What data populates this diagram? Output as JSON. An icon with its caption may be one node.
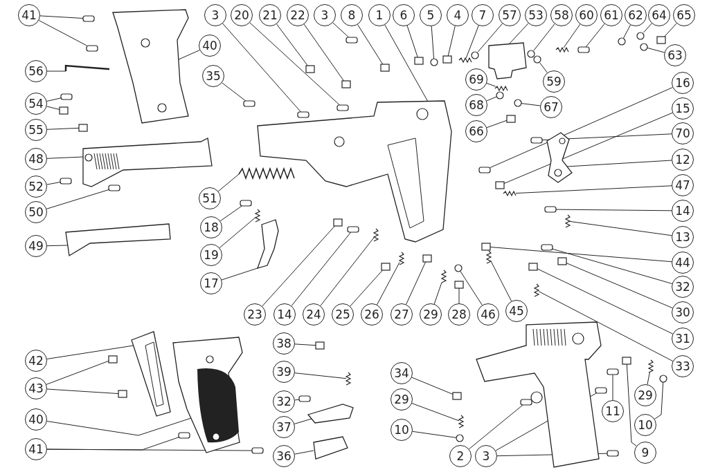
{
  "diagram": {
    "nodes": [
      {
        "text": [
          "41"
        ]
      },
      {
        "text": [
          "3"
        ]
      },
      {
        "text": [
          "20"
        ]
      },
      {
        "text": [
          "21"
        ]
      },
      {
        "text": [
          "22"
        ]
      },
      {
        "text": [
          "3"
        ]
      },
      {
        "text": [
          "8"
        ]
      },
      {
        "text": [
          "1"
        ]
      },
      {
        "text": [
          "6"
        ]
      },
      {
        "text": [
          "5"
        ]
      },
      {
        "text": [
          "4"
        ]
      },
      {
        "text": [
          "7"
        ]
      },
      {
        "text": [
          "57"
        ]
      },
      {
        "text": [
          "53"
        ]
      },
      {
        "text": [
          "58"
        ]
      },
      {
        "text": [
          "60"
        ]
      },
      {
        "text": [
          "61"
        ]
      },
      {
        "text": [
          "62"
        ]
      },
      {
        "text": [
          "64"
        ]
      },
      {
        "text": [
          "65"
        ]
      },
      {
        "text": [
          "40"
        ]
      },
      {
        "text": [
          "56"
        ]
      },
      {
        "text": [
          "54"
        ]
      },
      {
        "text": [
          "35"
        ]
      },
      {
        "text": [
          "69"
        ]
      },
      {
        "text": [
          "59"
        ]
      },
      {
        "text": [
          "63"
        ]
      },
      {
        "text": [
          "16"
        ]
      },
      {
        "text": [
          "55"
        ]
      },
      {
        "text": [
          "68"
        ]
      },
      {
        "text": [
          "67"
        ]
      },
      {
        "text": [
          "15"
        ]
      },
      {
        "text": [
          "66"
        ]
      },
      {
        "text": [
          "70"
        ]
      },
      {
        "text": [
          "48"
        ]
      },
      {
        "text": [
          "12"
        ]
      },
      {
        "text": [
          "52"
        ]
      },
      {
        "text": [
          "47"
        ]
      },
      {
        "text": [
          "50"
        ]
      },
      {
        "text": [
          "51"
        ]
      },
      {
        "text": [
          "14"
        ]
      },
      {
        "text": [
          "18"
        ]
      },
      {
        "text": [
          "13"
        ]
      },
      {
        "text": [
          "49"
        ]
      },
      {
        "text": [
          "19"
        ]
      },
      {
        "text": [
          "44"
        ]
      },
      {
        "text": [
          "17"
        ]
      },
      {
        "text": [
          "32"
        ]
      },
      {
        "text": [
          "23"
        ]
      },
      {
        "text": [
          "14"
        ]
      },
      {
        "text": [
          "24"
        ]
      },
      {
        "text": [
          "25"
        ]
      },
      {
        "text": [
          "26"
        ]
      },
      {
        "text": [
          "27"
        ]
      },
      {
        "text": [
          "29"
        ]
      },
      {
        "text": [
          "28"
        ]
      },
      {
        "text": [
          "46"
        ]
      },
      {
        "text": [
          "45"
        ]
      },
      {
        "text": [
          "30"
        ]
      },
      {
        "text": [
          "31"
        ]
      },
      {
        "text": [
          "33"
        ]
      },
      {
        "text": [
          "42"
        ]
      },
      {
        "text": [
          "43"
        ]
      },
      {
        "text": [
          "38"
        ]
      },
      {
        "text": [
          "39"
        ]
      },
      {
        "text": [
          "34"
        ]
      },
      {
        "text": [
          "11"
        ]
      },
      {
        "text": [
          "29"
        ]
      },
      {
        "text": [
          "32"
        ]
      },
      {
        "text": [
          "29"
        ]
      },
      {
        "text": [
          "37"
        ]
      },
      {
        "text": [
          "10"
        ]
      },
      {
        "text": [
          "10"
        ]
      },
      {
        "text": [
          "40"
        ]
      },
      {
        "text": [
          "36"
        ]
      },
      {
        "text": [
          "41"
        ]
      },
      {
        "text": [
          "2"
        ]
      },
      {
        "text": [
          "3"
        ]
      },
      {
        "text": [
          "9"
        ]
      },
      {
        "text": [],
        "shape": "picture"
      },
      {
        "text": [],
        "shape": "picture"
      },
      {
        "text": [],
        "shape": "picture"
      },
      {
        "text": [],
        "shape": "picture"
      },
      {
        "text": [],
        "shape": "picture"
      },
      {
        "text": [],
        "shape": "picture"
      },
      {
        "text": [],
        "shape": "picture"
      },
      {
        "text": [],
        "shape": "picture"
      },
      {
        "text": [],
        "shape": "picture"
      },
      {
        "text": [],
        "shape": "picture"
      },
      {
        "text": [],
        "shape": "picture"
      },
      {
        "text": [],
        "shape": "picture"
      },
      {
        "text": [],
        "shape": "picture"
      },
      {
        "text": [],
        "shape": "picture"
      },
      {
        "text": [],
        "shape": "box"
      },
      {
        "text": [],
        "shape": "box"
      },
      {
        "text": [],
        "shape": "box"
      },
      {
        "text": [],
        "shape": "box"
      },
      {
        "text": [],
        "shape": "box"
      },
      {
        "text": [],
        "shape": "box"
      },
      {
        "text": [],
        "shape": "box"
      },
      {
        "text": [],
        "shape": "box"
      },
      {
        "text": [],
        "shape": "box"
      },
      {
        "text": [],
        "shape": "circle"
      },
      {
        "text": [],
        "shape": "box"
      },
      {
        "text": [],
        "shape": "spring"
      },
      {
        "text": [],
        "shape": "circle"
      },
      {
        "text": [],
        "shape": "circle"
      },
      {
        "text": [],
        "shape": "spring"
      },
      {
        "text": [],
        "shape": "box"
      },
      {
        "text": [],
        "shape": "circle"
      },
      {
        "text": [],
        "shape": "circle"
      },
      {
        "text": [],
        "shape": "box"
      },
      {
        "text": [],
        "shape": "box"
      },
      {
        "text": [],
        "shape": "box"
      },
      {
        "text": [],
        "shape": "box"
      },
      {
        "text": [],
        "shape": "spring"
      },
      {
        "text": [],
        "shape": "circle"
      },
      {
        "text": [],
        "shape": "circle"
      },
      {
        "text": [],
        "shape": "box"
      },
      {
        "text": [],
        "shape": "box"
      },
      {
        "text": [],
        "shape": "circle"
      },
      {
        "text": [],
        "shape": "circle"
      },
      {
        "text": [],
        "shape": "box"
      },
      {
        "text": [],
        "shape": "box"
      },
      {
        "text": [],
        "shape": "box"
      },
      {
        "text": [],
        "shape": "box"
      },
      {
        "text": [],
        "shape": "spring"
      },
      {
        "text": [],
        "shape": "box"
      },
      {
        "text": [],
        "shape": "box"
      },
      {
        "text": [],
        "shape": "box"
      },
      {
        "text": [],
        "shape": "spring"
      },
      {
        "text": [],
        "shape": "spring"
      },
      {
        "text": [],
        "shape": "box"
      },
      {
        "text": [],
        "shape": "box"
      },
      {
        "text": [],
        "shape": "box"
      },
      {
        "text": [],
        "shape": "box"
      },
      {
        "text": [],
        "shape": "spring"
      },
      {
        "text": [],
        "shape": "box"
      },
      {
        "text": [],
        "shape": "spring"
      },
      {
        "text": [],
        "shape": "box"
      },
      {
        "text": [],
        "shape": "spring"
      },
      {
        "text": [],
        "shape": "box"
      },
      {
        "text": [],
        "shape": "circle"
      },
      {
        "text": [],
        "shape": "spring"
      },
      {
        "text": [],
        "shape": "box"
      },
      {
        "text": [],
        "shape": "box"
      },
      {
        "text": [],
        "shape": "spring"
      },
      {
        "text": [],
        "shape": "box"
      },
      {
        "text": [],
        "shape": "box"
      },
      {
        "text": [],
        "shape": "box"
      },
      {
        "text": [],
        "shape": "spring"
      },
      {
        "text": [],
        "shape": "box"
      },
      {
        "text": [],
        "shape": "box"
      },
      {
        "text": [],
        "shape": "spring"
      },
      {
        "text": [],
        "shape": "box"
      },
      {
        "text": [],
        "shape": "spring"
      },
      {
        "text": [],
        "shape": "circle"
      },
      {
        "text": [],
        "shape": "circle"
      },
      {
        "text": [],
        "shape": "box"
      },
      {
        "text": [],
        "shape": "box"
      },
      {
        "text": [],
        "shape": "box"
      },
      {
        "text": [],
        "shape": "box"
      },
      {
        "text": [],
        "shape": "box"
      },
      {
        "text": [],
        "shape": "box"
      }
    ],
    "edges": [
      {
        "from": 0,
        "to": 93,
        "arrow": "none"
      },
      {
        "from": 0,
        "to": 94,
        "arrow": "none"
      },
      {
        "from": 1,
        "to": 95,
        "arrow": "none"
      },
      {
        "from": 2,
        "to": 96,
        "arrow": "none"
      },
      {
        "from": 3,
        "to": 97,
        "arrow": "none"
      },
      {
        "from": 4,
        "to": 98,
        "arrow": "none"
      },
      {
        "from": 5,
        "to": 99,
        "arrow": "none"
      },
      {
        "from": 6,
        "to": 100,
        "arrow": "none"
      },
      {
        "from": 7,
        "to": 84,
        "arrow": "none"
      },
      {
        "from": 8,
        "to": 101,
        "arrow": "none"
      },
      {
        "from": 9,
        "to": 102,
        "arrow": "none"
      },
      {
        "from": 10,
        "to": 103,
        "arrow": "none"
      },
      {
        "from": 11,
        "to": 104,
        "arrow": "none"
      },
      {
        "from": 12,
        "to": 105,
        "arrow": "none"
      },
      {
        "from": 13,
        "to": 85,
        "arrow": "none"
      },
      {
        "from": 14,
        "to": 106,
        "arrow": "none"
      },
      {
        "from": 15,
        "to": 107,
        "arrow": "none"
      },
      {
        "from": 16,
        "to": 108,
        "arrow": "none"
      },
      {
        "from": 17,
        "to": 109,
        "arrow": "none"
      },
      {
        "from": 18,
        "to": 110,
        "arrow": "none"
      },
      {
        "from": 19,
        "to": 111,
        "arrow": "none"
      },
      {
        "from": 20,
        "to": 79,
        "arrow": "none"
      },
      {
        "from": 21,
        "to": 83,
        "arrow": "none"
      },
      {
        "from": 22,
        "to": 112,
        "arrow": "none"
      },
      {
        "from": 22,
        "to": 113,
        "arrow": "none"
      },
      {
        "from": 23,
        "to": 114,
        "arrow": "none"
      },
      {
        "from": 24,
        "to": 115,
        "arrow": "none"
      },
      {
        "from": 25,
        "to": 116,
        "arrow": "none"
      },
      {
        "from": 26,
        "to": 117,
        "arrow": "none"
      },
      {
        "from": 27,
        "to": 118,
        "arrow": "none"
      },
      {
        "from": 28,
        "to": 119,
        "arrow": "none"
      },
      {
        "from": 29,
        "to": 120,
        "arrow": "none"
      },
      {
        "from": 30,
        "to": 121,
        "arrow": "none"
      },
      {
        "from": 31,
        "to": 122,
        "arrow": "none"
      },
      {
        "from": 32,
        "to": 123,
        "arrow": "none"
      },
      {
        "from": 33,
        "to": 124,
        "arrow": "none"
      },
      {
        "from": 34,
        "to": 80,
        "arrow": "none"
      },
      {
        "from": 35,
        "to": 86,
        "arrow": "none"
      },
      {
        "from": 36,
        "to": 125,
        "arrow": "none"
      },
      {
        "from": 37,
        "to": 126,
        "arrow": "none"
      },
      {
        "from": 38,
        "to": 127,
        "arrow": "none"
      },
      {
        "from": 39,
        "to": 82,
        "arrow": "none"
      },
      {
        "from": 40,
        "to": 128,
        "arrow": "none"
      },
      {
        "from": 41,
        "to": 129,
        "arrow": "none"
      },
      {
        "from": 42,
        "to": 130,
        "arrow": "none"
      },
      {
        "from": 43,
        "to": 81,
        "arrow": "none"
      },
      {
        "from": 44,
        "to": 131,
        "arrow": "none"
      },
      {
        "from": 45,
        "to": 132,
        "arrow": "none"
      },
      {
        "from": 46,
        "to": 87,
        "arrow": "none"
      },
      {
        "from": 47,
        "to": 133,
        "arrow": "none"
      },
      {
        "from": 48,
        "to": 134,
        "arrow": "none"
      },
      {
        "from": 49,
        "to": 135,
        "arrow": "none"
      },
      {
        "from": 50,
        "to": 136,
        "arrow": "none"
      },
      {
        "from": 51,
        "to": 137,
        "arrow": "none"
      },
      {
        "from": 52,
        "to": 138,
        "arrow": "none"
      },
      {
        "from": 53,
        "to": 139,
        "arrow": "none"
      },
      {
        "from": 54,
        "to": 140,
        "arrow": "none"
      },
      {
        "from": 55,
        "to": 141,
        "arrow": "none"
      },
      {
        "from": 56,
        "to": 142,
        "arrow": "none"
      },
      {
        "from": 57,
        "to": 143,
        "arrow": "none"
      },
      {
        "from": 58,
        "to": 144,
        "arrow": "none"
      },
      {
        "from": 59,
        "to": 145,
        "arrow": "none"
      },
      {
        "from": 60,
        "to": 146,
        "arrow": "none"
      },
      {
        "from": 61,
        "to": 88,
        "arrow": "none"
      },
      {
        "from": 62,
        "to": 147,
        "arrow": "none"
      },
      {
        "from": 62,
        "to": 148,
        "arrow": "none"
      },
      {
        "from": 63,
        "to": 149,
        "arrow": "none"
      },
      {
        "from": 64,
        "to": 150,
        "arrow": "none"
      },
      {
        "from": 65,
        "to": 151,
        "arrow": "none"
      },
      {
        "from": 66,
        "to": 152,
        "arrow": "none"
      },
      {
        "from": 67,
        "to": 153,
        "arrow": "none"
      },
      {
        "from": 68,
        "to": 154,
        "arrow": "none"
      },
      {
        "from": 69,
        "to": 155,
        "arrow": "none"
      },
      {
        "from": 70,
        "to": 91,
        "arrow": "none"
      },
      {
        "from": 71,
        "to": 156,
        "arrow": "none"
      },
      {
        "from": 72,
        "to": 157,
        "arrow": "none"
      },
      {
        "from": 73,
        "to": 89,
        "arrow": "none"
      },
      {
        "from": 74,
        "to": 92,
        "arrow": "none"
      },
      {
        "from": 75,
        "to": 158,
        "arrow": "none"
      },
      {
        "from": 75,
        "to": 159,
        "arrow": "none"
      },
      {
        "from": 76,
        "to": 160,
        "arrow": "none"
      },
      {
        "from": 77,
        "to": 161,
        "arrow": "none"
      },
      {
        "from": 77,
        "to": 162,
        "arrow": "none"
      },
      {
        "from": 78,
        "to": 163,
        "arrow": "none"
      }
    ]
  }
}
